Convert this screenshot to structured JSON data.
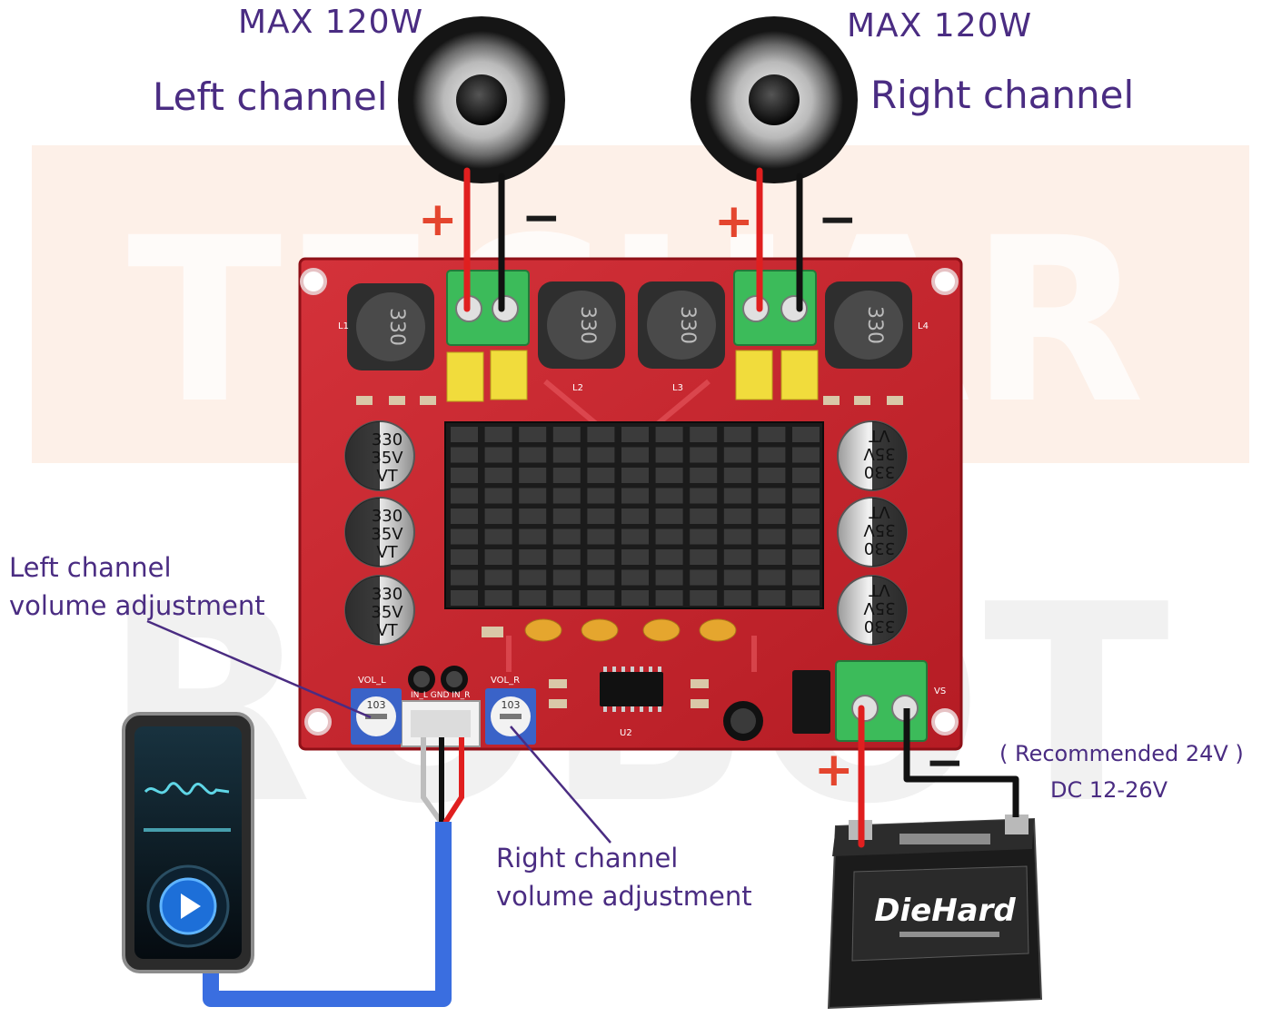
{
  "watermark": {
    "line1": "TECHAR",
    "line2": "ROBOT"
  },
  "speakers": {
    "left": {
      "power": "MAX 120W",
      "channel": "Left channel"
    },
    "right": {
      "power": "MAX 120W",
      "channel": "Right channel"
    }
  },
  "signs": {
    "plus": "+",
    "minus": "−"
  },
  "volume": {
    "left": {
      "line1": "Left channel",
      "line2": "volume adjustment"
    },
    "right": {
      "line1": "Right channel",
      "line2": "volume adjustment"
    }
  },
  "power": {
    "recommended": "( Recommended 24V )",
    "range": "DC 12-26V"
  },
  "board": {
    "inductor": "330",
    "capacitor": {
      "value": "330",
      "voltage": "35V",
      "series": "VT"
    },
    "pot_code": "103",
    "silk": {
      "vol_l": "VOL_L",
      "vol_r": "VOL_R",
      "input": "IN_L GND IN_R",
      "vs": "VS",
      "l1": "L1",
      "l2": "L2",
      "l3": "L3",
      "l4": "L4",
      "u2": "U2"
    }
  },
  "battery": {
    "brand": "DieHard"
  },
  "colors": {
    "pcb": "#c8262c",
    "label": "#4a2c82",
    "wire_red": "#e01f1f",
    "cable_blue": "#3a6ee0",
    "terminal": "#3cbb5a"
  }
}
